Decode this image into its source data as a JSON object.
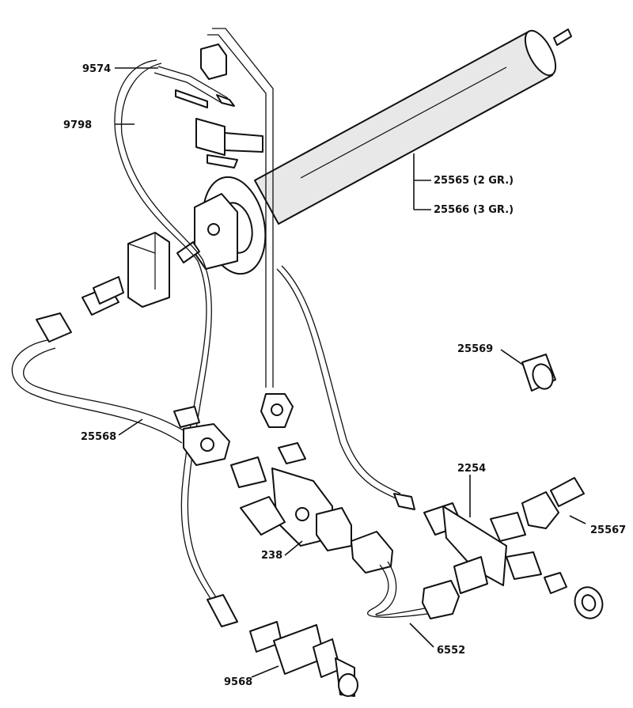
{
  "parts": {
    "p9574": "9574",
    "p9798": "9798",
    "p25565": "25565 (2 GR.)",
    "p25566": "25566 (3 GR.)",
    "p25569": "25569",
    "p25568": "25568",
    "p2254": "2254",
    "p25567": "25567",
    "p238": "238",
    "p6552": "6552",
    "p9568": "9568"
  }
}
